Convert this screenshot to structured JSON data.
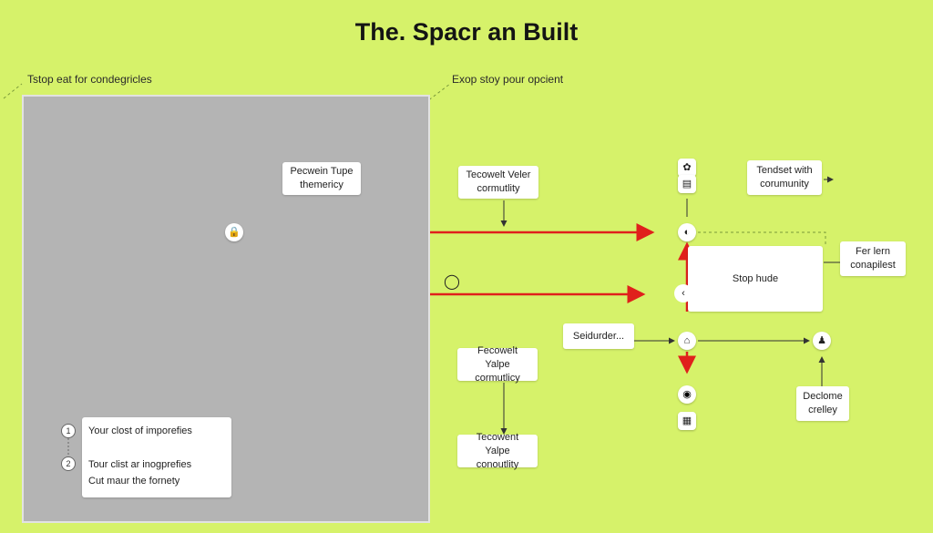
{
  "title": "The. Spacr an Built",
  "left_label": "Tstop eat for condegricles",
  "right_label": "Exop stoy pour opcient",
  "left_panel": {
    "top_box": {
      "line1": "Pecwein Tupe",
      "line2": "themericy"
    },
    "list": {
      "items": [
        {
          "number": "1",
          "text": "Your clost of imporefies"
        },
        {
          "number": "2",
          "text": "Tour clist ar inogprefies"
        }
      ],
      "footer": "Cut maur the fornety"
    }
  },
  "right_panel": {
    "box_top_left": {
      "line1": "Tecowelt Veler",
      "line2": "cormutlity"
    },
    "box_mid_left": {
      "line1": "Fecowelt Yalpe",
      "line2": "cormutlicy"
    },
    "box_bottom_left": {
      "line1": "Tecowent Yalpe",
      "line2": "conoutlity"
    },
    "box_top_right": {
      "line1": "Tendset with",
      "line2": "corumunity"
    },
    "box_far_right": {
      "line1": "Fer lern",
      "line2": "conapilest"
    },
    "center_box": "Stop hude",
    "sender_box": "Seidurder...",
    "bottom_right_box": {
      "line1": "Declome",
      "line2": "crelley"
    }
  },
  "colors": {
    "background": "#d6f26a",
    "panel": "#b4b4b4",
    "arrow_red": "#e0201c",
    "arrow_dark": "#333333"
  },
  "icons": [
    "lock-icon",
    "balloon-icon",
    "brain-icon",
    "document-icon",
    "bowl-icon",
    "chevron-left-icon",
    "house-icon",
    "person-icon",
    "record-icon",
    "grid-icon"
  ]
}
